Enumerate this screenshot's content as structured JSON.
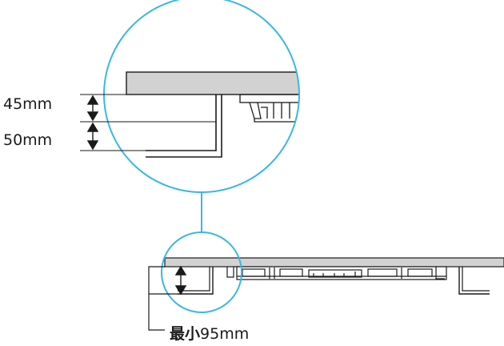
{
  "labels": {
    "dim_top": "45mm",
    "dim_bottom": "50mm",
    "dim_min_prefix": "最小",
    "dim_min_value": "95mm"
  },
  "colors": {
    "callout_circle": "#3bb7e1",
    "panel_fill": "#d2d2d2",
    "line": "#1a1a1a",
    "background": "#ffffff"
  }
}
